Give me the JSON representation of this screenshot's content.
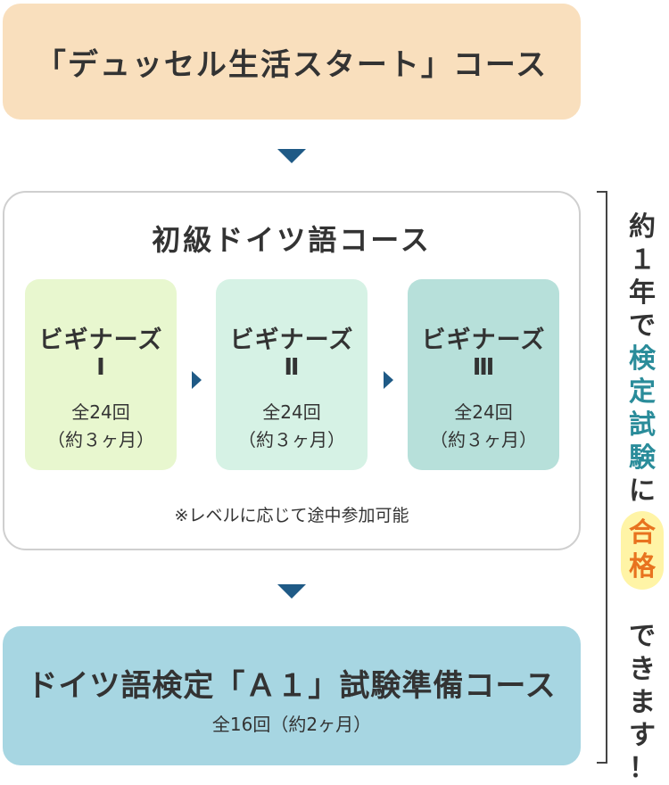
{
  "top_course": {
    "label": "「デュッセル生活スタート」コース"
  },
  "beginner": {
    "title": "初級ドイツ語コース",
    "levels": [
      {
        "name": "ビギナーズ",
        "roman": "Ⅰ",
        "count": "全24回",
        "duration": "（約３ヶ月）",
        "color": "#e8f7cf"
      },
      {
        "name": "ビギナーズ",
        "roman": "Ⅱ",
        "count": "全24回",
        "duration": "（約３ヶ月）",
        "color": "#d6f2e5"
      },
      {
        "name": "ビギナーズ",
        "roman": "Ⅲ",
        "count": "全24回",
        "duration": "（約３ヶ月）",
        "color": "#b7e0da"
      }
    ],
    "note": "※レベルに応じて途中参加可能"
  },
  "a1_course": {
    "title": "ドイツ語検定「Ａ１」試験準備コース",
    "subtitle": "全16回（約2ヶ月）"
  },
  "side_message": {
    "part1": [
      "約",
      "１",
      "年",
      "で"
    ],
    "part2": [
      "検",
      "定",
      "試",
      "験"
    ],
    "part3": [
      "に"
    ],
    "badge": [
      "合",
      "格"
    ],
    "part4": [
      "で",
      "き",
      "ま",
      "す",
      "！"
    ]
  },
  "colors": {
    "top": "#f9dfbd",
    "a1": "#a7d6e2",
    "arrow": "#1f5a86",
    "teal_text": "#2a8c9a",
    "badge_bg": "#fff4a6",
    "badge_text": "#e8731f"
  }
}
